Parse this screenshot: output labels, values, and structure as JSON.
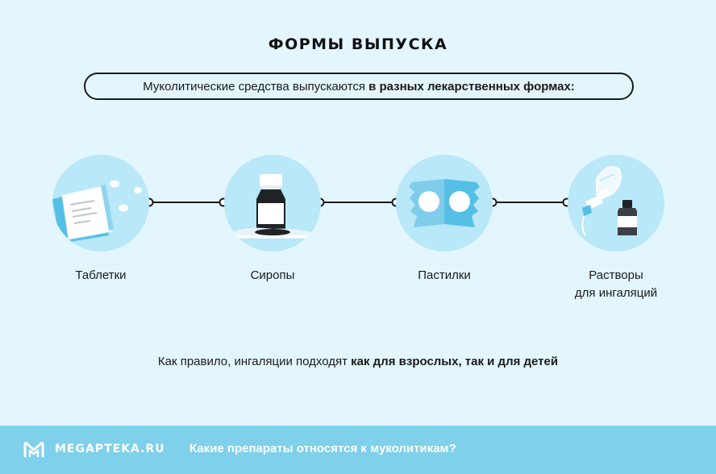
{
  "header": {
    "title": "ФОРМЫ ВЫПУСКА",
    "subtitle_regular": "Муколитические средства выпускаются",
    "subtitle_bold": "в разных лекарственных формах:"
  },
  "forms": [
    {
      "label": "Таблетки",
      "icon": "tablets-icon"
    },
    {
      "label": "Сиропы",
      "icon": "syrup-bottle-icon"
    },
    {
      "label": "Пастилки",
      "icon": "lozenges-icon"
    },
    {
      "label_line1": "Растворы",
      "label_line2": "для ингаляций",
      "icon": "inhaler-solution-icon"
    }
  ],
  "note": {
    "regular": "Как правило, ингаляции подходят",
    "bold": "как для взрослых, так и для детей"
  },
  "footer": {
    "logo": "MEGAPTEKA.RU",
    "link": "Какие препараты относятся к муколитикам?"
  },
  "colors": {
    "background": "#e3f6fd",
    "circle": "#b9e8f8",
    "footer": "#7fd0ea",
    "accent": "#56bfe6",
    "dark": "#1a1a1a"
  }
}
